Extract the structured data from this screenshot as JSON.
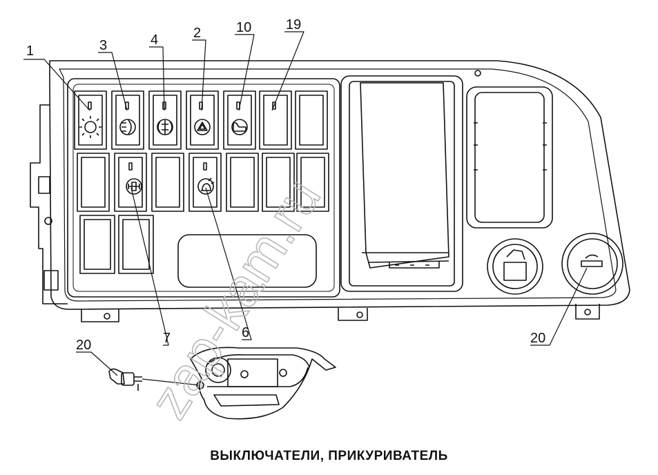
{
  "caption": "ВЫКЛЮЧАТЕЛИ, ПРИКУРИВАТЕЛЬ",
  "watermark": "zap-kam.ru",
  "callouts": [
    {
      "id": "c1",
      "label": "1"
    },
    {
      "id": "c3",
      "label": "3"
    },
    {
      "id": "c4",
      "label": "4"
    },
    {
      "id": "c2",
      "label": "2"
    },
    {
      "id": "c10",
      "label": "10"
    },
    {
      "id": "c19",
      "label": "19"
    },
    {
      "id": "c7",
      "label": "7"
    },
    {
      "id": "c6",
      "label": "6"
    },
    {
      "id": "c20a",
      "label": "20"
    },
    {
      "id": "c20b",
      "label": "20"
    }
  ]
}
